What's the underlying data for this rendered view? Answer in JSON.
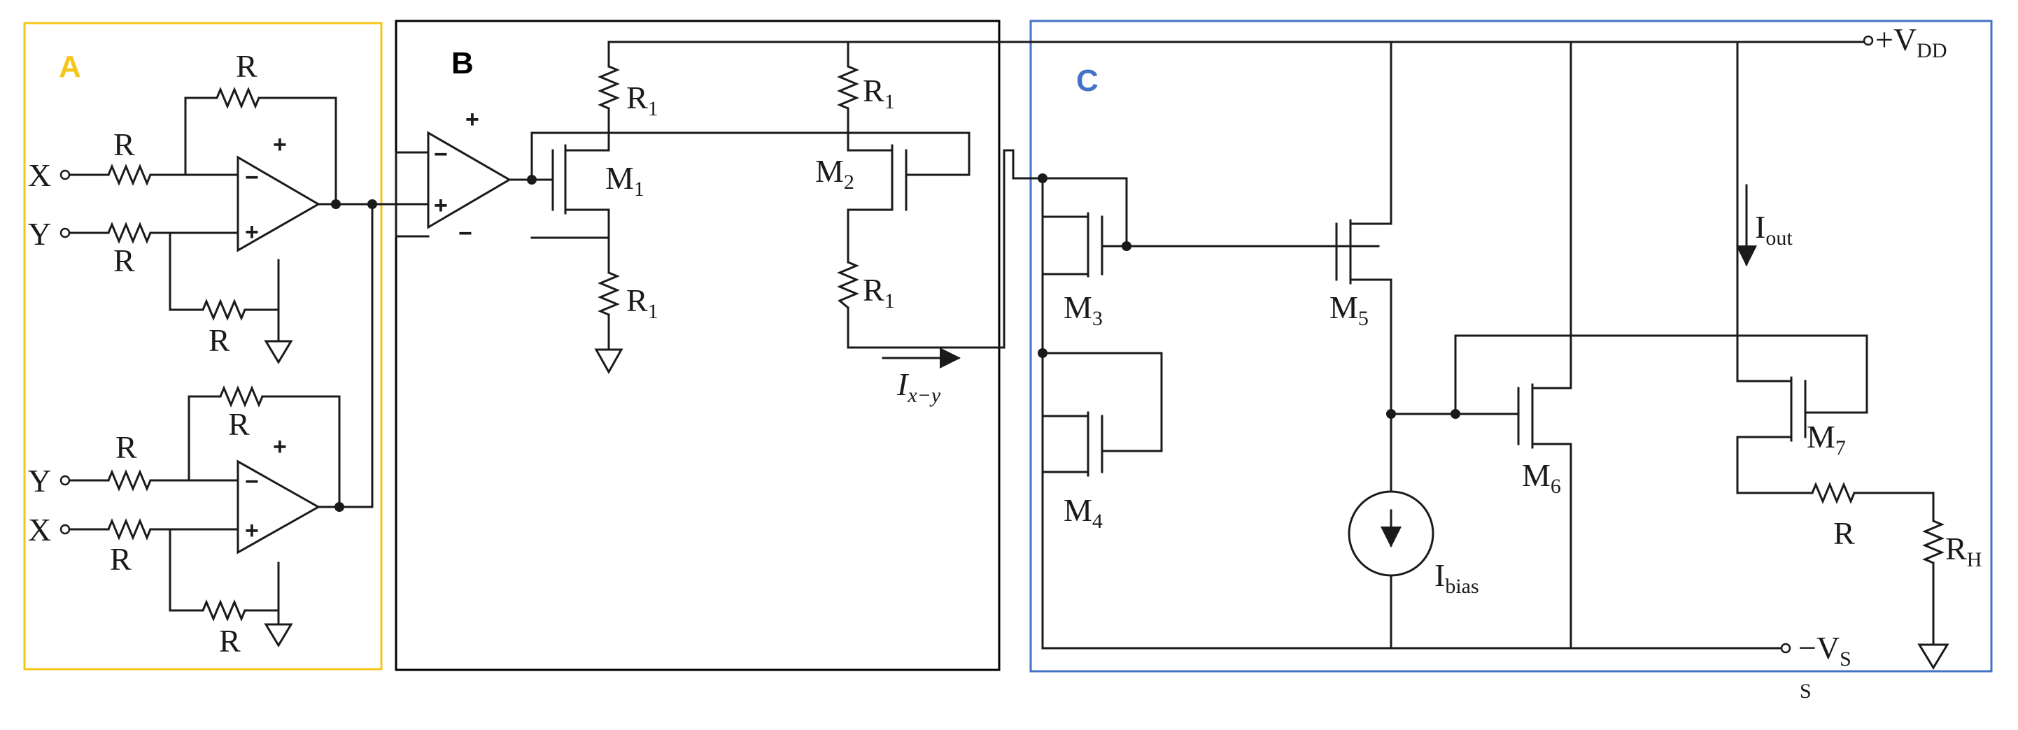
{
  "blocks": {
    "a": {
      "label": "A",
      "color": "#F5C518"
    },
    "b": {
      "label": "B",
      "color": "#000000"
    },
    "c": {
      "label": "C",
      "color": "#4472C4"
    }
  },
  "inputs": {
    "x": "X",
    "y": "Y"
  },
  "resistor": "R",
  "r1": {
    "main": "R",
    "sub": "1"
  },
  "rh": {
    "main": "R",
    "sub": "H"
  },
  "transistors": {
    "m1": {
      "main": "M",
      "sub": "1"
    },
    "m2": {
      "main": "M",
      "sub": "2"
    },
    "m3": {
      "main": "M",
      "sub": "3"
    },
    "m4": {
      "main": "M",
      "sub": "4"
    },
    "m5": {
      "main": "M",
      "sub": "5"
    },
    "m6": {
      "main": "M",
      "sub": "6"
    },
    "m7": {
      "main": "M",
      "sub": "7"
    }
  },
  "signs": {
    "minus": "−",
    "plus": "+"
  },
  "current_ixy": {
    "main": "I",
    "sub": "x−y"
  },
  "current_out": {
    "main": "I",
    "sub": "out"
  },
  "current_bias": {
    "main": "I",
    "sub": "bias"
  },
  "supply_pos": {
    "main": "+V",
    "sub": "DD"
  },
  "supply_neg": {
    "main": "−V",
    "sub": "S"
  },
  "stray_s": "S"
}
